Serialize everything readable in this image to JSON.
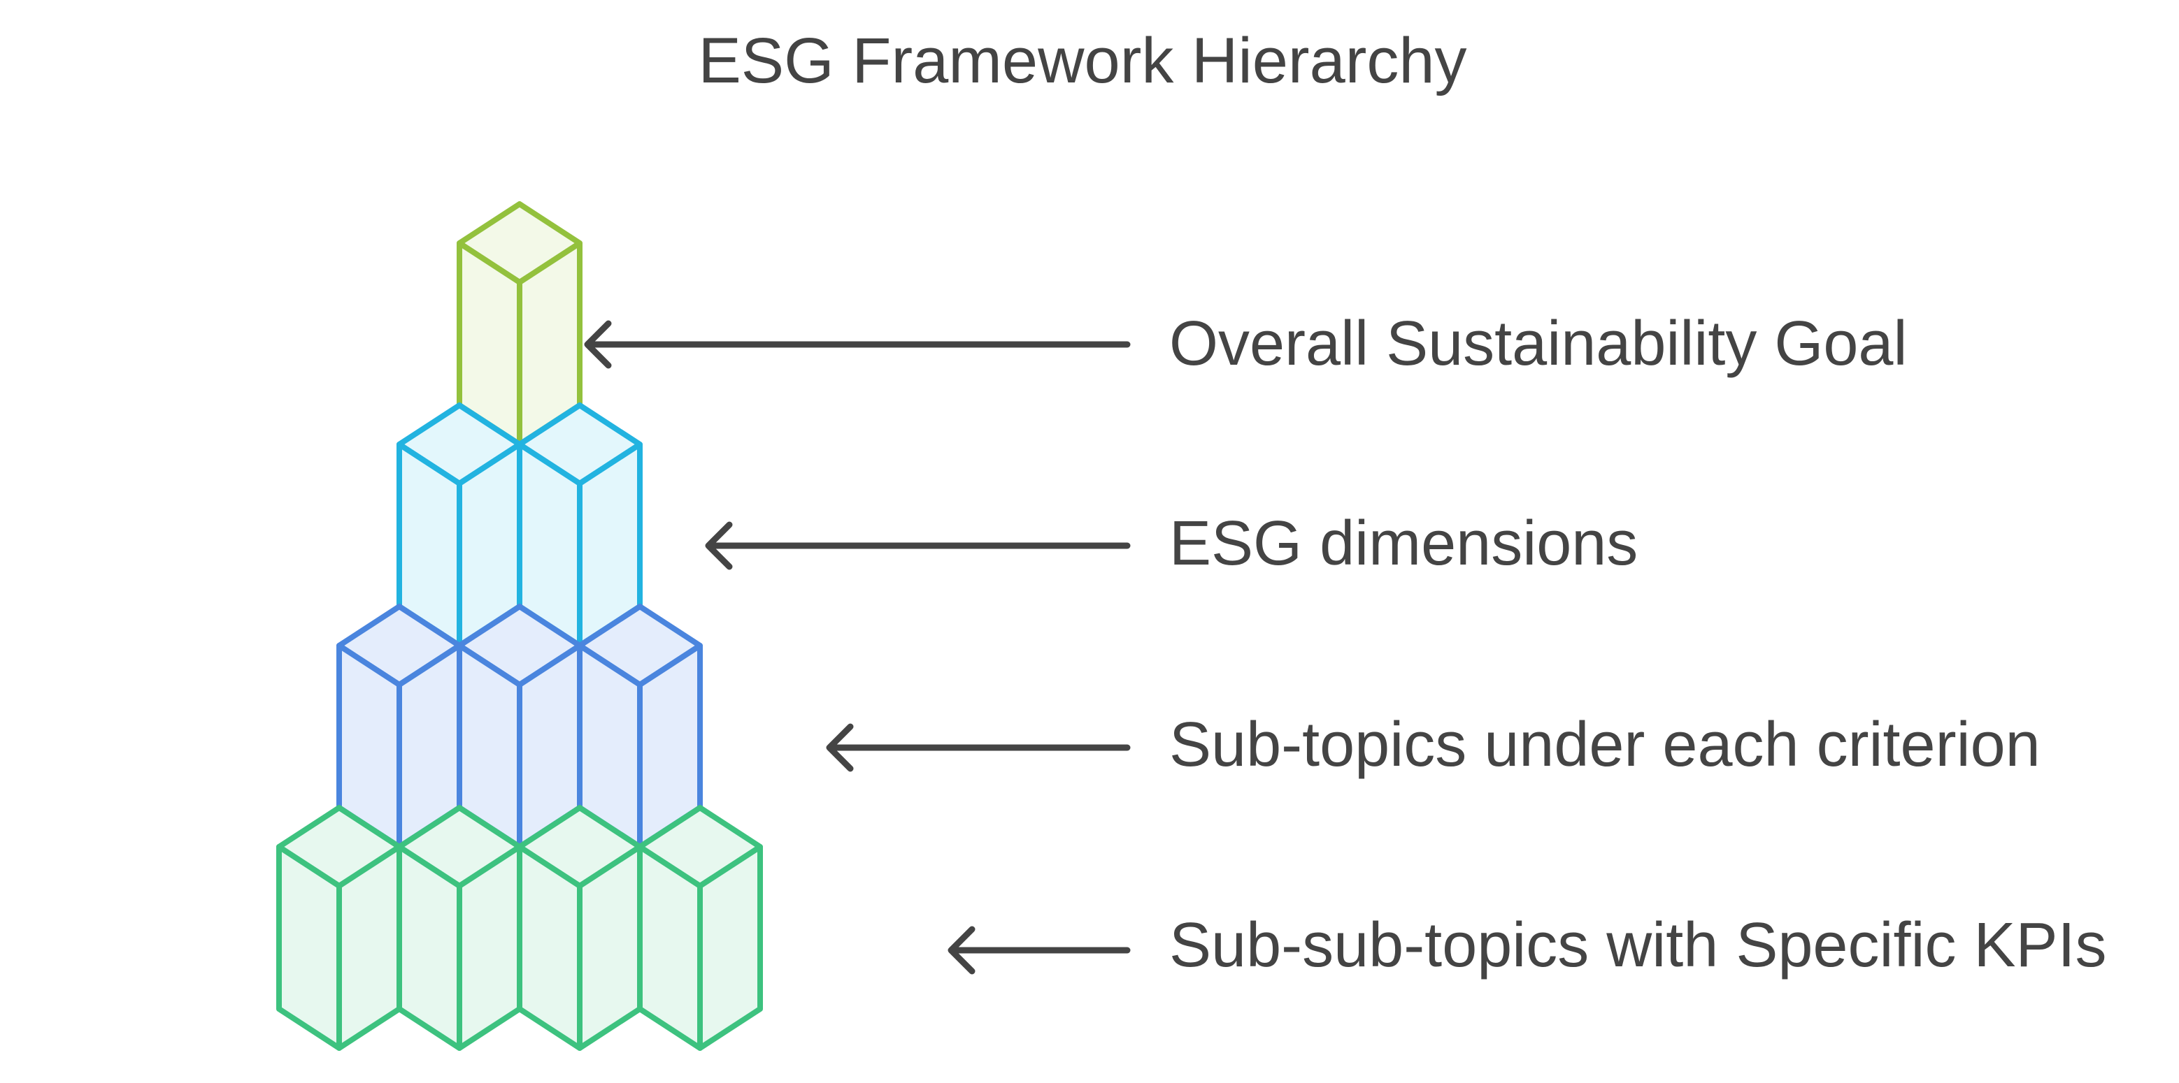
{
  "title": "ESG Framework Hierarchy",
  "levels": [
    {
      "label": "Overall Sustainability Goal",
      "cubes": 1,
      "stroke": "#93C13D",
      "fill": "#F3F9E8"
    },
    {
      "label": "ESG dimensions",
      "cubes": 2,
      "stroke": "#22B3E0",
      "fill": "#E3F7FC"
    },
    {
      "label": "Sub-topics under each criterion",
      "cubes": 3,
      "stroke": "#4A85DE",
      "fill": "#E4EDFC"
    },
    {
      "label": "Sub-sub-topics with Specific KPIs",
      "cubes": 4,
      "stroke": "#3DC27F",
      "fill": "#E7F8EF"
    }
  ],
  "arrow_color": "#444444",
  "text_color": "#444444"
}
